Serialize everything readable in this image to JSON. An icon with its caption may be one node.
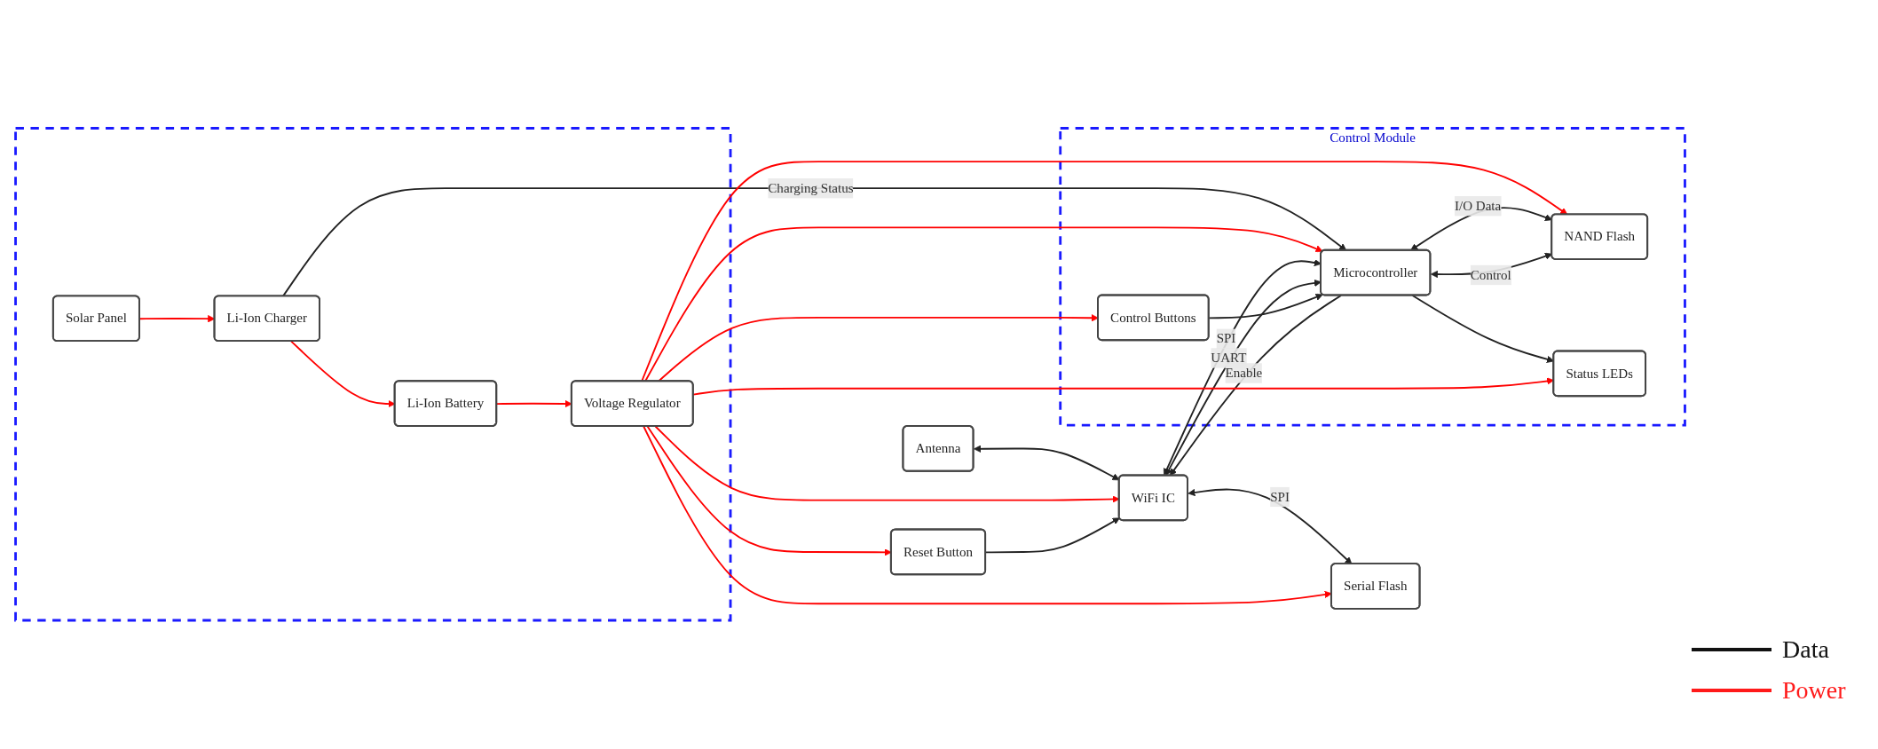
{
  "diagram": {
    "nodes": [
      {
        "text": [
          "Antenna"
        ]
      },
      {
        "text": [],
        "shape": "box"
      },
      {
        "text": [
          "Solar Panel"
        ],
        "in": 1
      },
      {
        "text": [
          "Li-Ion Charger"
        ],
        "in": 1
      },
      {
        "text": [
          "Li-Ion Battery"
        ],
        "in": 1
      },
      {
        "text": [
          "Voltage Regulator"
        ],
        "in": 1
      },
      {
        "text": [
          "WiFi IC"
        ]
      },
      {
        "text": [
          "Control Module"
        ]
      },
      {
        "text": [
          "Microcontroller"
        ],
        "in": 7
      },
      {
        "text": [
          "NAND Flash"
        ],
        "in": 7
      },
      {
        "text": [
          "Reset Button"
        ]
      },
      {
        "text": [
          "Serial Flash"
        ]
      },
      {
        "text": [
          "Status LEDs"
        ],
        "in": 7
      },
      {
        "text": [
          "Control Buttons"
        ],
        "in": 7
      }
    ],
    "edges": [
      {
        "from": 0,
        "to": 6,
        "arrow": "both"
      },
      {
        "from": 2,
        "to": 3,
        "arrow": "to",
        "color": "#ff0000"
      },
      {
        "from": 3,
        "to": 4,
        "arrow": "to",
        "color": "#ff0000"
      },
      {
        "from": 4,
        "to": 5,
        "arrow": "to",
        "color": "#ff0000"
      },
      {
        "from": 3,
        "to": 8,
        "arrow": "to",
        "label": "Charging Status"
      },
      {
        "from": 5,
        "to": 6,
        "arrow": "to",
        "color": "#ff0000"
      },
      {
        "from": 5,
        "to": 8,
        "arrow": "to",
        "color": "#ff0000"
      },
      {
        "from": 5,
        "to": 9,
        "arrow": "to",
        "color": "#ff0000"
      },
      {
        "from": 6,
        "to": 8,
        "arrow": "both",
        "label": "SPI"
      },
      {
        "from": 6,
        "to": 8,
        "arrow": "both",
        "label": "UART"
      },
      {
        "from": 8,
        "to": 6,
        "arrow": "to",
        "label": "Enable"
      },
      {
        "from": 8,
        "to": 9,
        "arrow": "both",
        "label": "I/O Data"
      },
      {
        "from": 8,
        "to": 9,
        "arrow": "both",
        "label": "Control"
      },
      {
        "from": 10,
        "to": 6,
        "arrow": "to"
      },
      {
        "from": 6,
        "to": 11,
        "arrow": "both",
        "label": "SPI"
      },
      {
        "from": 8,
        "to": 12,
        "arrow": "to"
      },
      {
        "from": 13,
        "to": 8,
        "arrow": "to"
      },
      {
        "from": 5,
        "to": 10,
        "arrow": "to",
        "color": "#ff0000"
      },
      {
        "from": 5,
        "to": 11,
        "arrow": "to",
        "color": "#ff0000"
      },
      {
        "from": 5,
        "to": 12,
        "arrow": "to",
        "color": "#ff0000"
      },
      {
        "from": 5,
        "to": 13,
        "arrow": "to",
        "color": "#ff0000"
      }
    ],
    "legend": [
      {
        "text": "Data"
      },
      {
        "text": "Power"
      }
    ]
  }
}
